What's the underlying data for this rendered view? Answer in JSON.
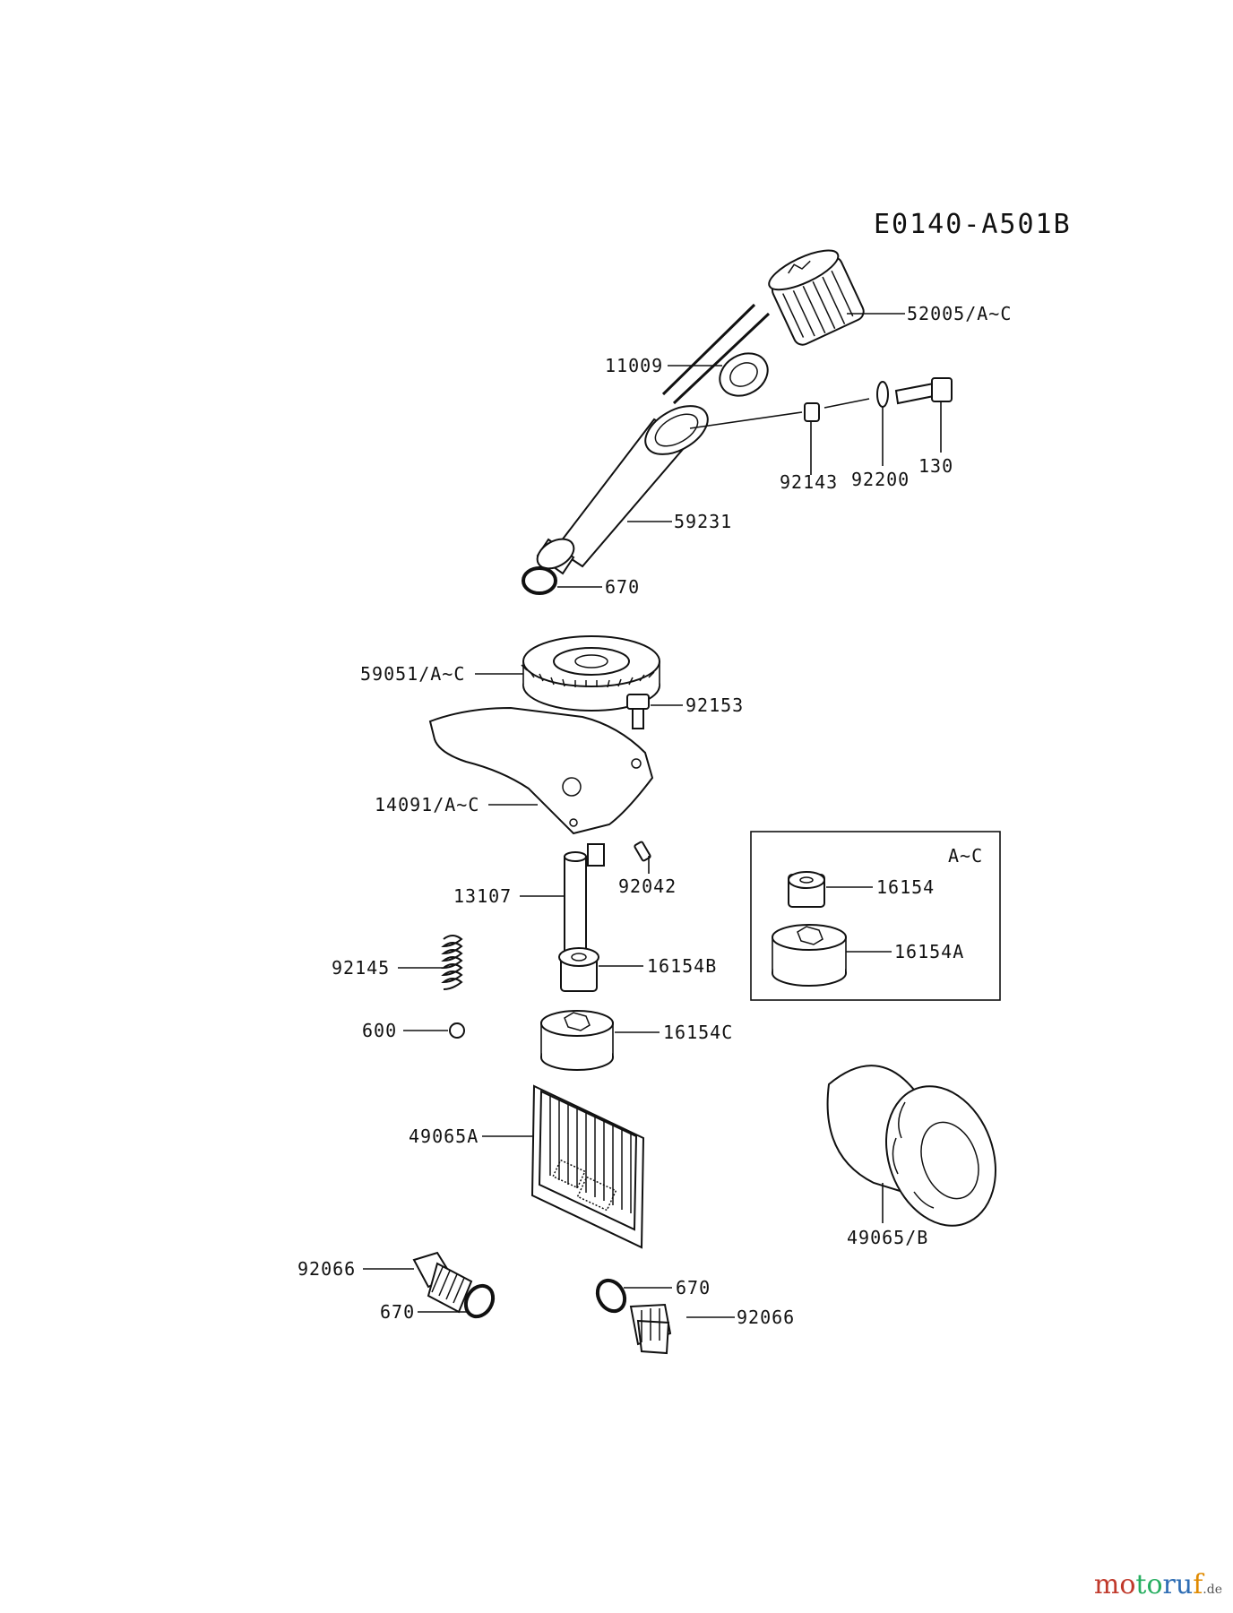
{
  "diagram_code": "E0140-A501B",
  "parts": {
    "p52005": "52005/A~C",
    "p11009": "11009",
    "p92143": "92143",
    "p92200": "92200",
    "p130": "130",
    "p59231": "59231",
    "p670a": "670",
    "p59051": "59051/A~C",
    "p92153": "92153",
    "p14091": "14091/A~C",
    "p92042": "92042",
    "p13107": "13107",
    "p92145": "92145",
    "p16154B": "16154B",
    "p600": "600",
    "p16154C": "16154C",
    "p49065A": "49065A",
    "p49065B": "49065/B",
    "p92066a": "92066",
    "p670b": "670",
    "p670c": "670",
    "p92066b": "92066"
  },
  "inset": {
    "label": "A~C",
    "p16154": "16154",
    "p16154A": "16154A"
  },
  "watermark": {
    "t1": "mo",
    "t2": "to",
    "t3": "ru",
    "t4": "f",
    "tld": ".de"
  }
}
